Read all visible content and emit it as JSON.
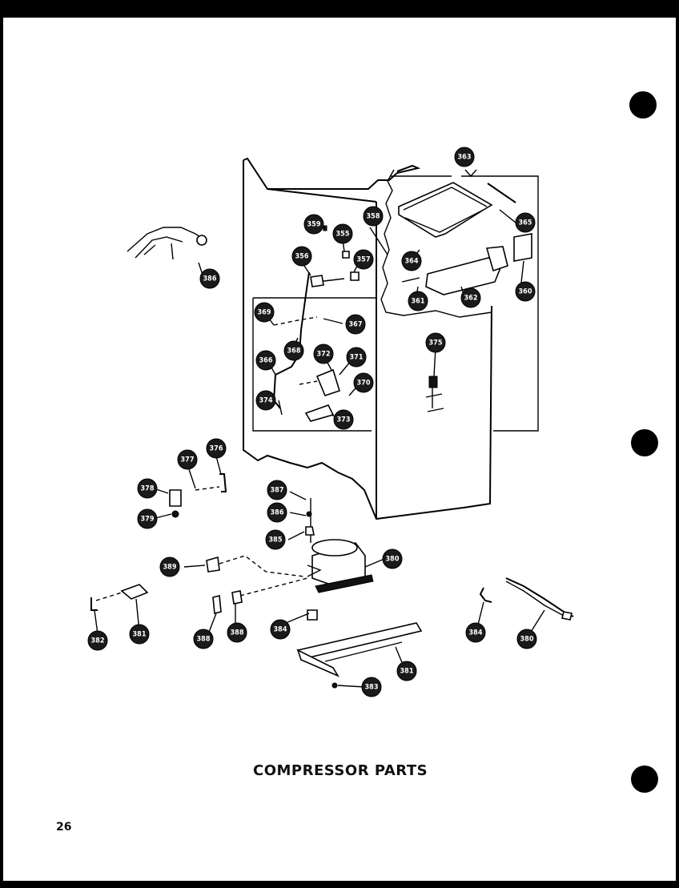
{
  "caption": "COMPRESSOR PARTS",
  "page_number": "26",
  "callouts": [
    {
      "label": "386"
    },
    {
      "label": "359"
    },
    {
      "label": "355"
    },
    {
      "label": "358"
    },
    {
      "label": "356"
    },
    {
      "label": "357"
    },
    {
      "label": "363"
    },
    {
      "label": "365"
    },
    {
      "label": "364"
    },
    {
      "label": "361"
    },
    {
      "label": "362"
    },
    {
      "label": "360"
    },
    {
      "label": "369"
    },
    {
      "label": "367"
    },
    {
      "label": "368"
    },
    {
      "label": "366"
    },
    {
      "label": "372"
    },
    {
      "label": "371"
    },
    {
      "label": "370"
    },
    {
      "label": "374"
    },
    {
      "label": "373"
    },
    {
      "label": "375"
    },
    {
      "label": "377"
    },
    {
      "label": "376"
    },
    {
      "label": "378"
    },
    {
      "label": "379"
    },
    {
      "label": "387"
    },
    {
      "label": "386"
    },
    {
      "label": "385"
    },
    {
      "label": "389"
    },
    {
      "label": "380"
    },
    {
      "label": "382"
    },
    {
      "label": "381"
    },
    {
      "label": "388"
    },
    {
      "label": "388"
    },
    {
      "label": "384"
    },
    {
      "label": "384"
    },
    {
      "label": "380"
    },
    {
      "label": "381"
    },
    {
      "label": "383"
    }
  ]
}
